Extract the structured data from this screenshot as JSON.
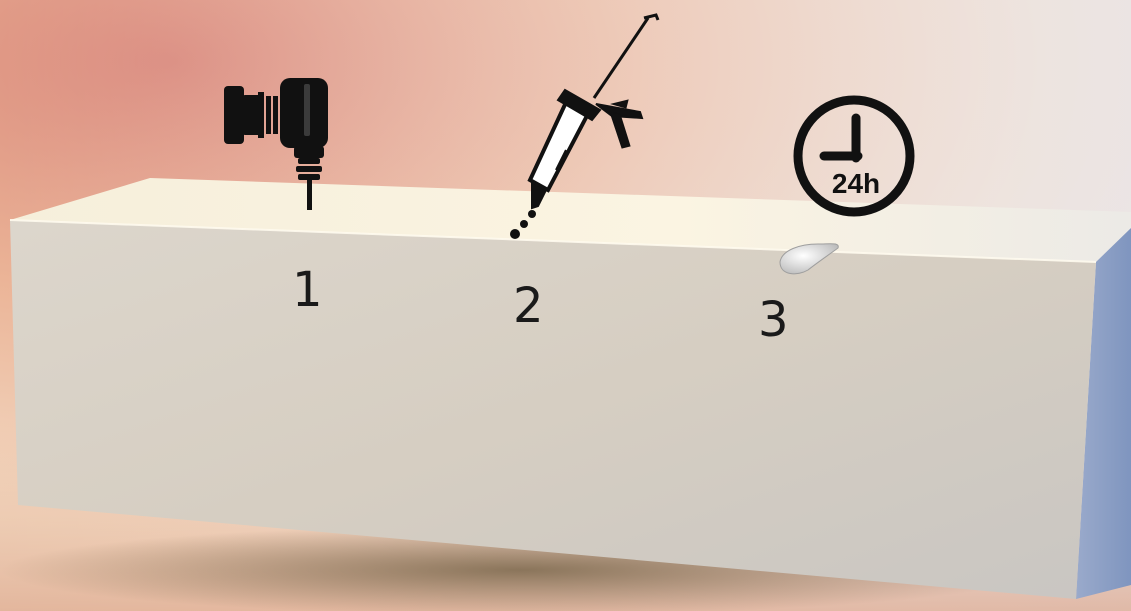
{
  "steps": [
    {
      "number": "1",
      "icon": "drill-icon"
    },
    {
      "number": "2",
      "icon": "caulking-gun-icon"
    },
    {
      "number": "3",
      "icon": "clock-24h-icon",
      "timer_label": "24h"
    }
  ],
  "colors": {
    "background_warm": "#e8a58a",
    "background_light": "#f5e6d6",
    "block_face": "#d8d2c8",
    "block_top": "#f4eedd",
    "block_side": "#8fa3c4",
    "icon": "#111111"
  }
}
